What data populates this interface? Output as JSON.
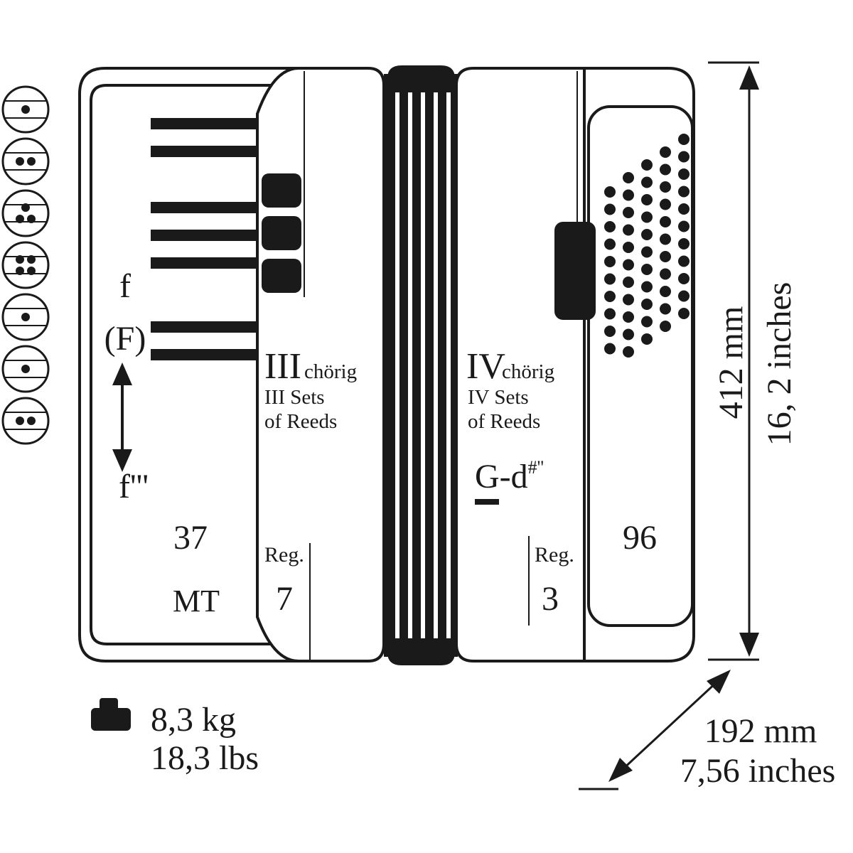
{
  "treble": {
    "roman": "III",
    "chorig": "chörig",
    "sets_line1": "III Sets",
    "sets_line2": "of Reeds",
    "range_low": "f",
    "range_low_alt": "(F)",
    "range_high": "f'''",
    "keys": "37",
    "keyboard_type": "MT",
    "reg_label": "Reg.",
    "reg_count": "7"
  },
  "bass": {
    "roman": "IV",
    "chorig": "chörig",
    "sets_line1": "IV Sets",
    "sets_line2": "of Reeds",
    "range_main": "G-d",
    "range_sup": "#''",
    "buttons": "96",
    "reg_label": "Reg.",
    "reg_count": "3"
  },
  "dimensions": {
    "height_mm": "412 mm",
    "height_in": "16, 2 inches",
    "depth_mm": "192 mm",
    "depth_in": "7,56 inches"
  },
  "weight": {
    "kg": "8,3 kg",
    "lbs": "18,3 lbs"
  },
  "register_symbols": [
    {
      "name": "register-symbol-1",
      "dots": 1
    },
    {
      "name": "register-symbol-2",
      "dots": 2
    },
    {
      "name": "register-symbol-3",
      "dots": 3
    },
    {
      "name": "register-symbol-4",
      "dots": 4
    },
    {
      "name": "register-symbol-5",
      "dots": 1
    },
    {
      "name": "register-symbol-6",
      "dots": 1
    },
    {
      "name": "register-symbol-7",
      "dots": 2
    }
  ],
  "colors": {
    "ink": "#1a1a1a",
    "paper": "#ffffff"
  }
}
